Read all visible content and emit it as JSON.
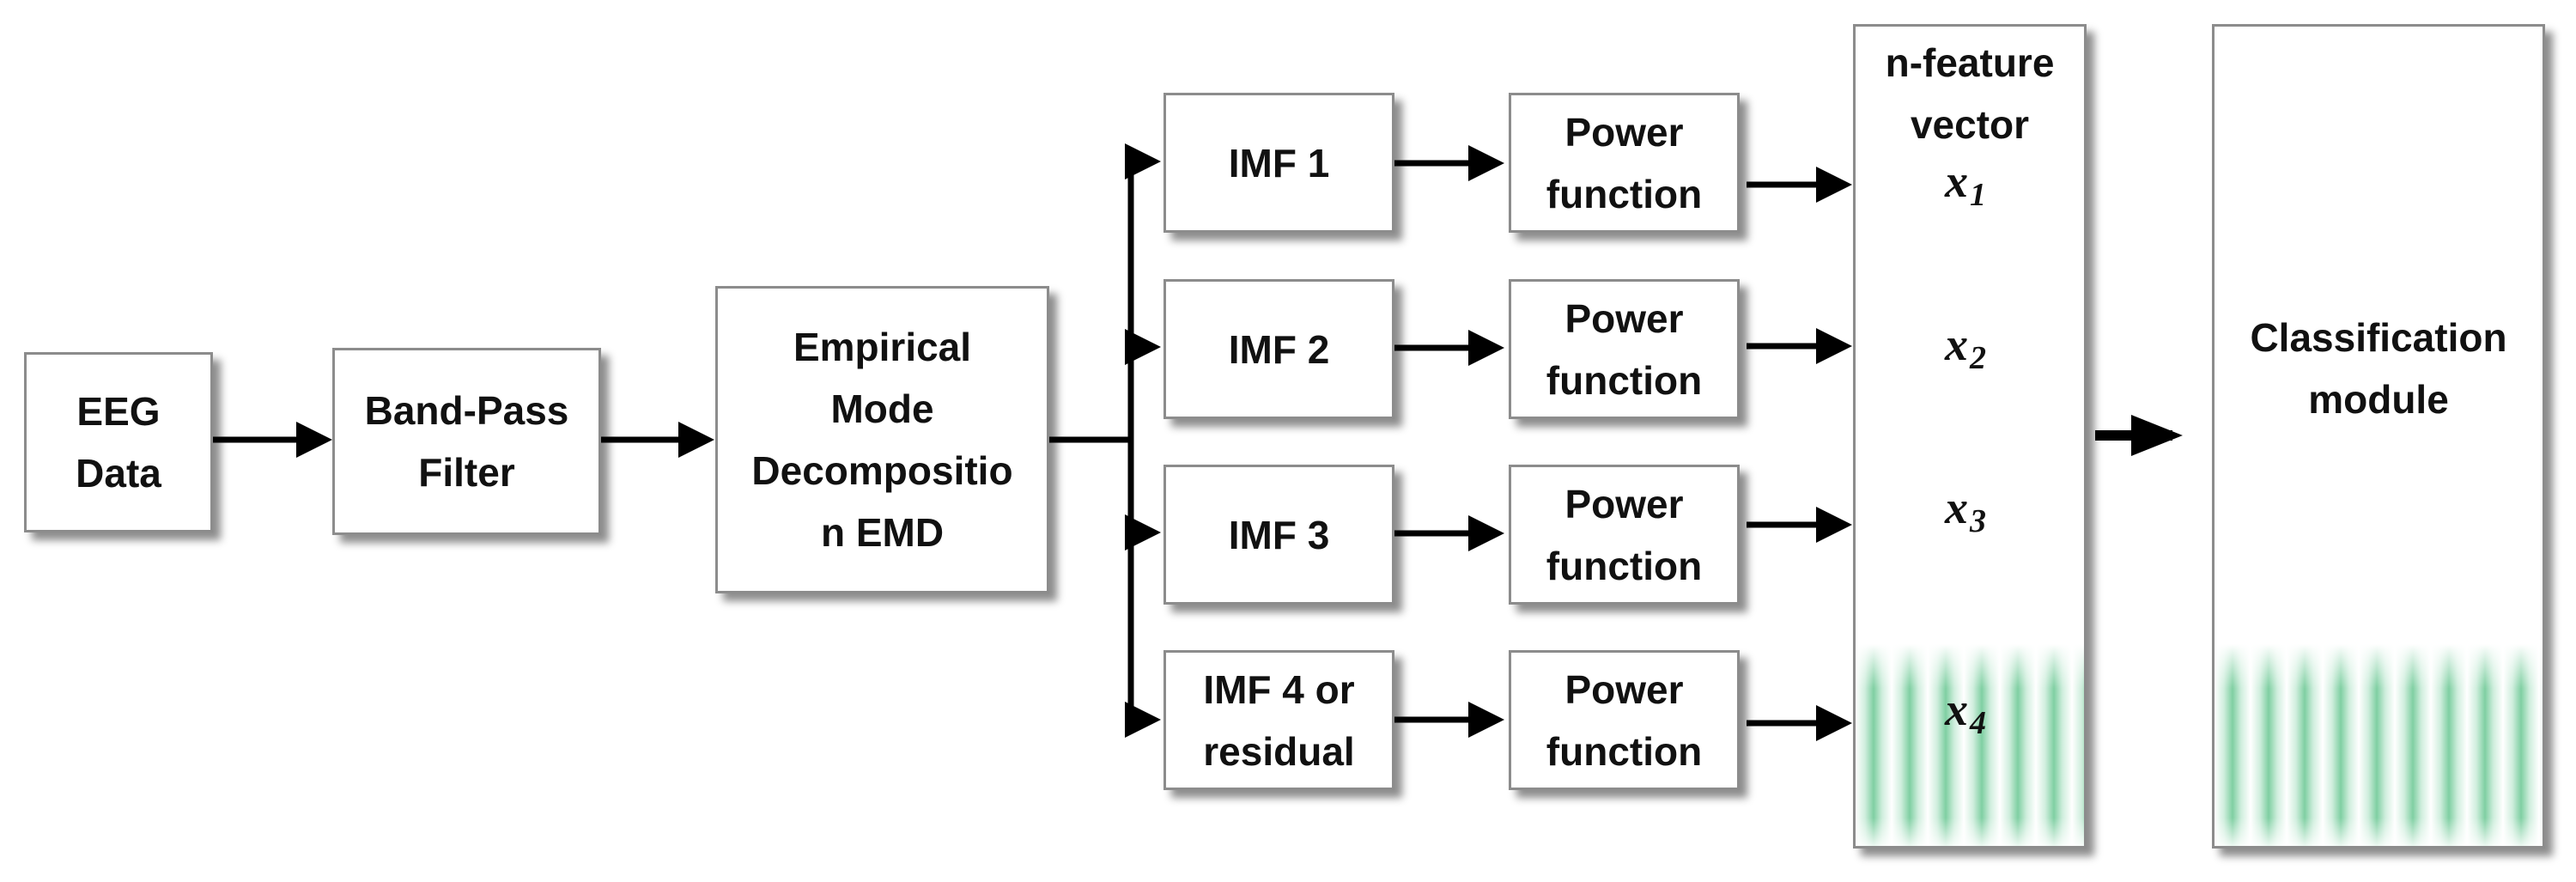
{
  "blocks": {
    "eeg": "EEG\nData",
    "bandpass": "Band-Pass\nFilter",
    "emd": "Empirical\nMode\nDecompositio\nn EMD",
    "imf1": "IMF 1",
    "imf2": "IMF 2",
    "imf3": "IMF 3",
    "imf4": "IMF 4 or\nresidual",
    "power": "Power\nfunction"
  },
  "feature_vector": {
    "title": "n-feature\nvector",
    "features": [
      {
        "sym": "x",
        "sub": "1"
      },
      {
        "sym": "x",
        "sub": "2"
      },
      {
        "sym": "x",
        "sub": "3"
      },
      {
        "sym": "x",
        "sub": "4"
      }
    ]
  },
  "classifier": {
    "title": "Classification\nmodule"
  },
  "colors": {
    "box_border": "#8c8c8c",
    "arrow": "#000000",
    "accent_green": "#7fcfa2"
  }
}
